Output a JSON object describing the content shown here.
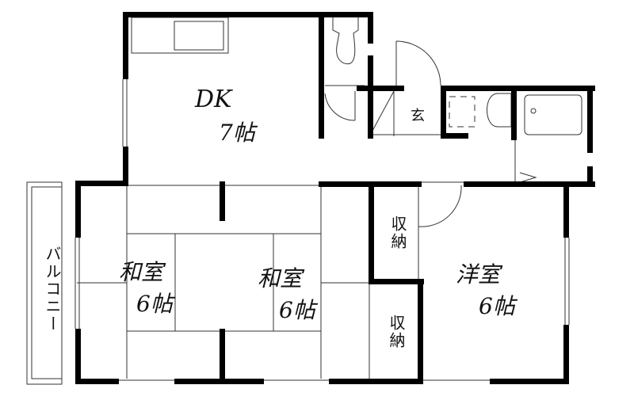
{
  "floor_plan": {
    "rooms": {
      "dk": {
        "name": "DK",
        "size": "7帖"
      },
      "washitsu_1": {
        "name": "和室",
        "size": "6帖"
      },
      "washitsu_2": {
        "name": "和室",
        "size": "6帖"
      },
      "youshitsu": {
        "name": "洋室",
        "size": "6帖"
      },
      "storage_upper": {
        "name": "収納"
      },
      "storage_lower": {
        "name": "収納"
      },
      "balcony": {
        "name": "バルコニー"
      },
      "entrance": {
        "name": "玄"
      }
    },
    "colors": {
      "wall": "#000000",
      "line": "#333333",
      "background": "#ffffff"
    }
  }
}
